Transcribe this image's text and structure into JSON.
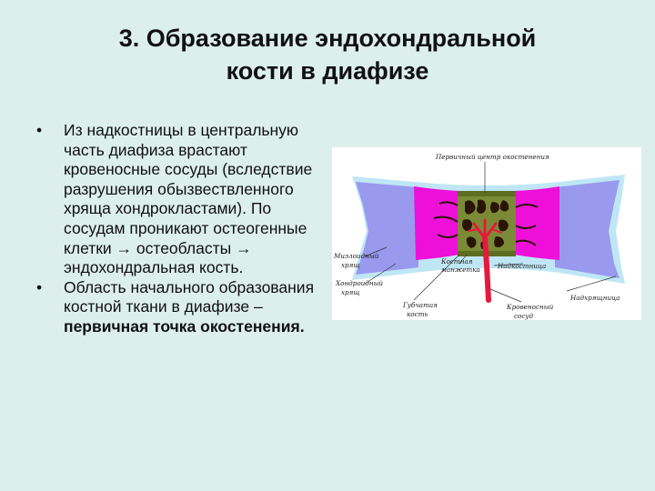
{
  "slide": {
    "title_line1": "3. Образование эндохондральной",
    "title_line2": "кости в диафизе",
    "bullet_symbol": "•",
    "bullet1": "Из надкостницы в центральную часть диафиза врастают кровеносные сосуды (вследствие разрушения обызвествленного хряща хондрокластами). По сосудам проникают остеогенные клетки → остеобласты → эндохондральная кость.",
    "bullet2_plain": "Область начального образования костной ткани в диафизе – ",
    "bullet2_bold": "первичная точка окостенения."
  },
  "figure": {
    "label_top": "Первичный центр окостенения",
    "label_left1_a": "Миэлоидный",
    "label_left1_b": "хрящ",
    "label_left2_a": "Хондроидный",
    "label_left2_b": "хрящ",
    "label_bottom1_a": "Губчатая",
    "label_bottom1_b": "кость",
    "label_mid_a": "Костная",
    "label_mid_b": "манжетка",
    "label_right1": "Надкостница",
    "label_bottom2_a": "Кровеносный",
    "label_bottom2_b": "сосуд",
    "label_right2": "Надхрящница",
    "colors": {
      "cartilage": "#9999ee",
      "perichondrium": "#bfe6f5",
      "magenta": "#ee10d8",
      "bone": "#7a8a36",
      "marrow": "#2a1408",
      "vessel": "#e8183c"
    }
  }
}
